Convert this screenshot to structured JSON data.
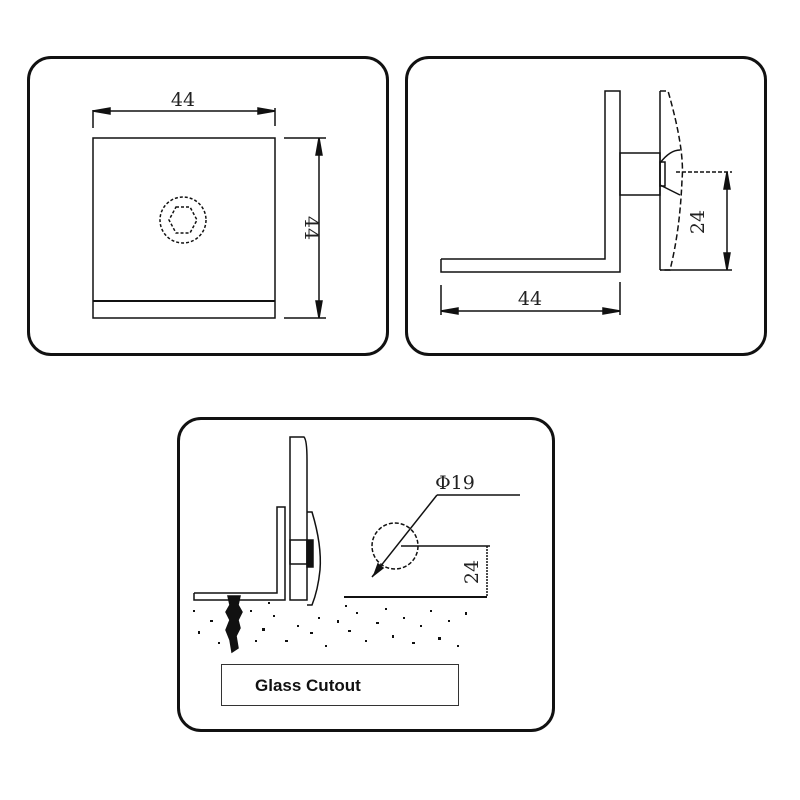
{
  "panels": {
    "front_view": {
      "width_dim": "44",
      "height_dim": "44",
      "feature": "hex-socket-bolt"
    },
    "side_view": {
      "base_length_dim": "44",
      "clamp_height_dim": "24"
    },
    "installation_view": {
      "hole_diameter_dim": "Φ19",
      "hole_height_dim": "24",
      "caption": "Glass Cutout"
    }
  },
  "colors": {
    "line": "#111111",
    "background": "#ffffff"
  }
}
